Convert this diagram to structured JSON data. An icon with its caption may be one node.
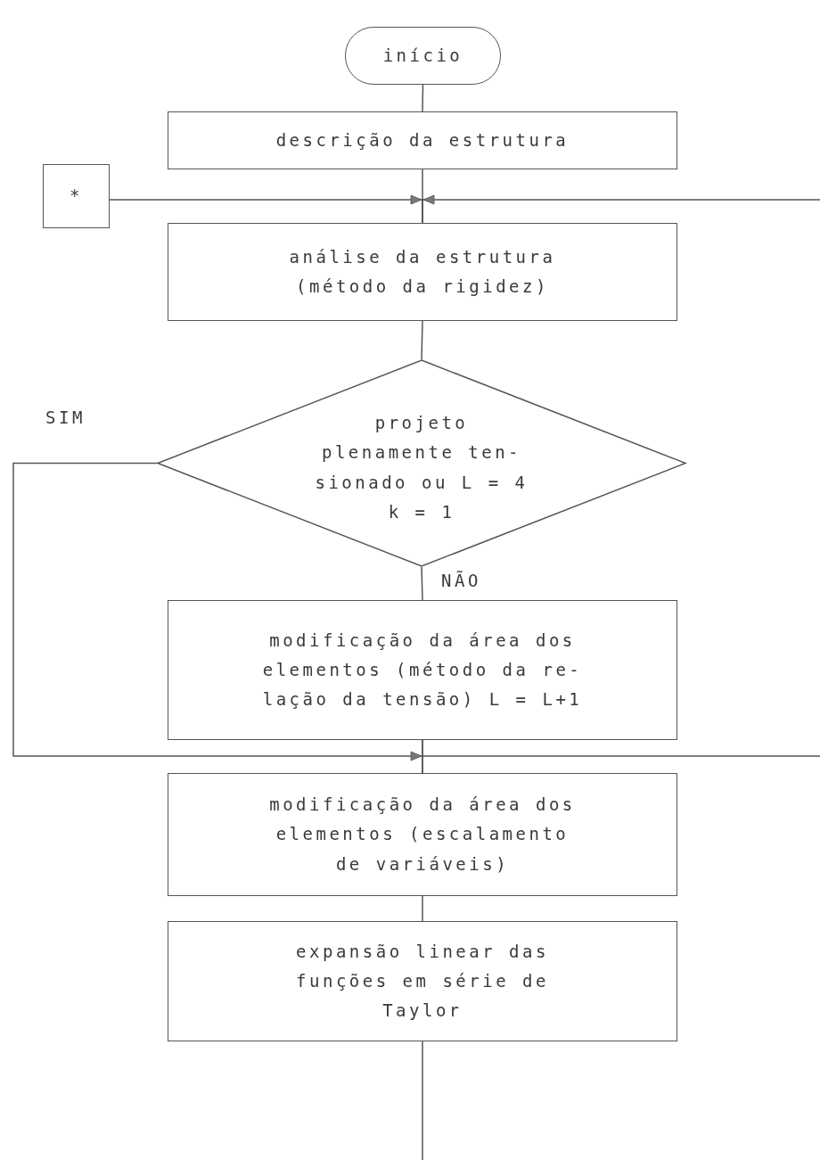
{
  "diagram": {
    "nodes": [
      {
        "text": [
          "início"
        ]
      },
      {
        "text": [
          "descrição da estrutura"
        ]
      },
      {
        "text": [
          "*"
        ]
      },
      {
        "text": [
          "análise da estrutura (método da rigidez)"
        ]
      },
      {
        "text": [
          "projeto plenamente ten- sionado ou L = 4",
          "k = 1"
        ]
      },
      {
        "text": [
          "modificação da área dos elementos (método da re- lação da tensão) L = L+1"
        ]
      },
      {
        "text": [
          "modificação da área dos elementos (escalamento de variáveis)"
        ]
      },
      {
        "text": [
          "expansão linear das funções em série de Taylor"
        ]
      }
    ],
    "edges": [
      {
        "from": 0,
        "to": 1,
        "arrow": "none"
      },
      {
        "from": 1,
        "to": 3,
        "arrow": "none"
      },
      {
        "from": 2,
        "to": 3,
        "arrow": "to"
      },
      {
        "from": null,
        "to": 3,
        "arrow": "to"
      },
      {
        "from": 3,
        "to": 4,
        "arrow": "none"
      },
      {
        "from": 4,
        "to": 6,
        "arrow": "to",
        "label": "SIM"
      },
      {
        "from": 4,
        "to": 5,
        "arrow": "none",
        "label": "NÃO"
      },
      {
        "from": 5,
        "to": 6,
        "arrow": "none"
      },
      {
        "from": 5,
        "to": null,
        "arrow": "none"
      },
      {
        "from": 6,
        "to": 7,
        "arrow": "none"
      },
      {
        "from": 7,
        "to": null,
        "arrow": "none"
      }
    ]
  }
}
